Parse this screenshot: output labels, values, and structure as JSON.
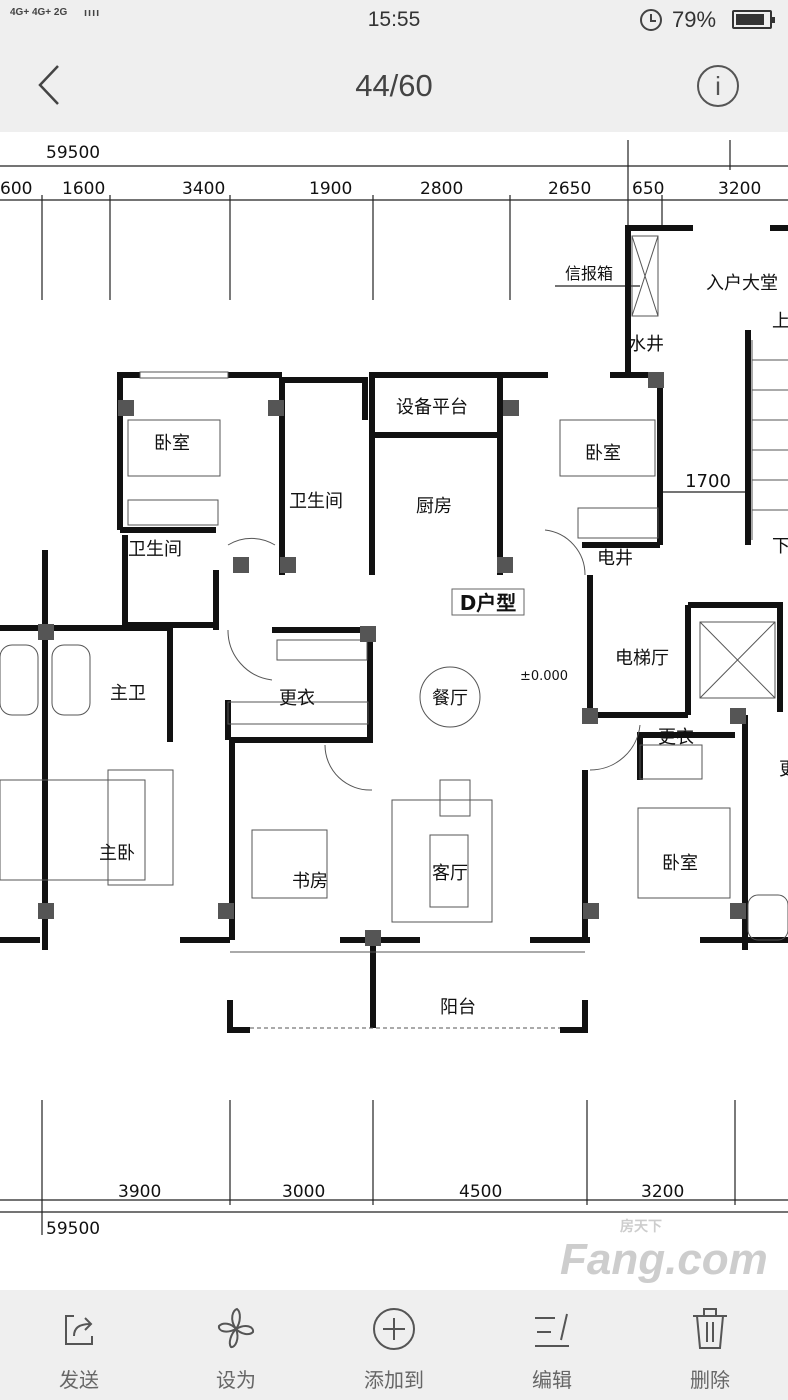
{
  "status": {
    "network": "4G+ 4G+ 2G",
    "time": "15:55",
    "battery": "79%",
    "battery_level": 0.79
  },
  "header": {
    "title": "44/60"
  },
  "plan": {
    "top_total": "59500",
    "top_dims": [
      "600",
      "1600",
      "3400",
      "1900",
      "2800",
      "2650",
      "650",
      "3200"
    ],
    "bottom_total": "59500",
    "bottom_dims": [
      "3900",
      "3000",
      "4500",
      "3200"
    ],
    "rooms": {
      "bed_tl": "卧室",
      "wc_top": "卫生间",
      "platform": "设备平台",
      "kitchen": "厨房",
      "bed_tr": "卧室",
      "mailbox": "信报箱",
      "lobby": "入户大堂",
      "water": "水井",
      "dim1700": "1700",
      "wc_left": "卫生间",
      "elec": "电井",
      "unit": "D户型",
      "master_bath": "主卫",
      "closet_l": "更衣",
      "dining": "餐厅",
      "level": "±0.000",
      "elevator": "电梯厅",
      "closet_r": "更衣",
      "master_bed": "主卧",
      "study": "书房",
      "living": "客厅",
      "bed_r": "卧室",
      "balcony": "阳台",
      "up": "上",
      "down": "下",
      "closet_edge": "更"
    }
  },
  "toolbar": [
    {
      "label": "发送",
      "icon": "share-icon"
    },
    {
      "label": "设为",
      "icon": "flower-icon"
    },
    {
      "label": "添加到",
      "icon": "add-circle-icon"
    },
    {
      "label": "编辑",
      "icon": "edit-icon"
    },
    {
      "label": "删除",
      "icon": "trash-icon"
    }
  ],
  "watermark": {
    "text": "Fang.com",
    "cn": "房天下"
  }
}
